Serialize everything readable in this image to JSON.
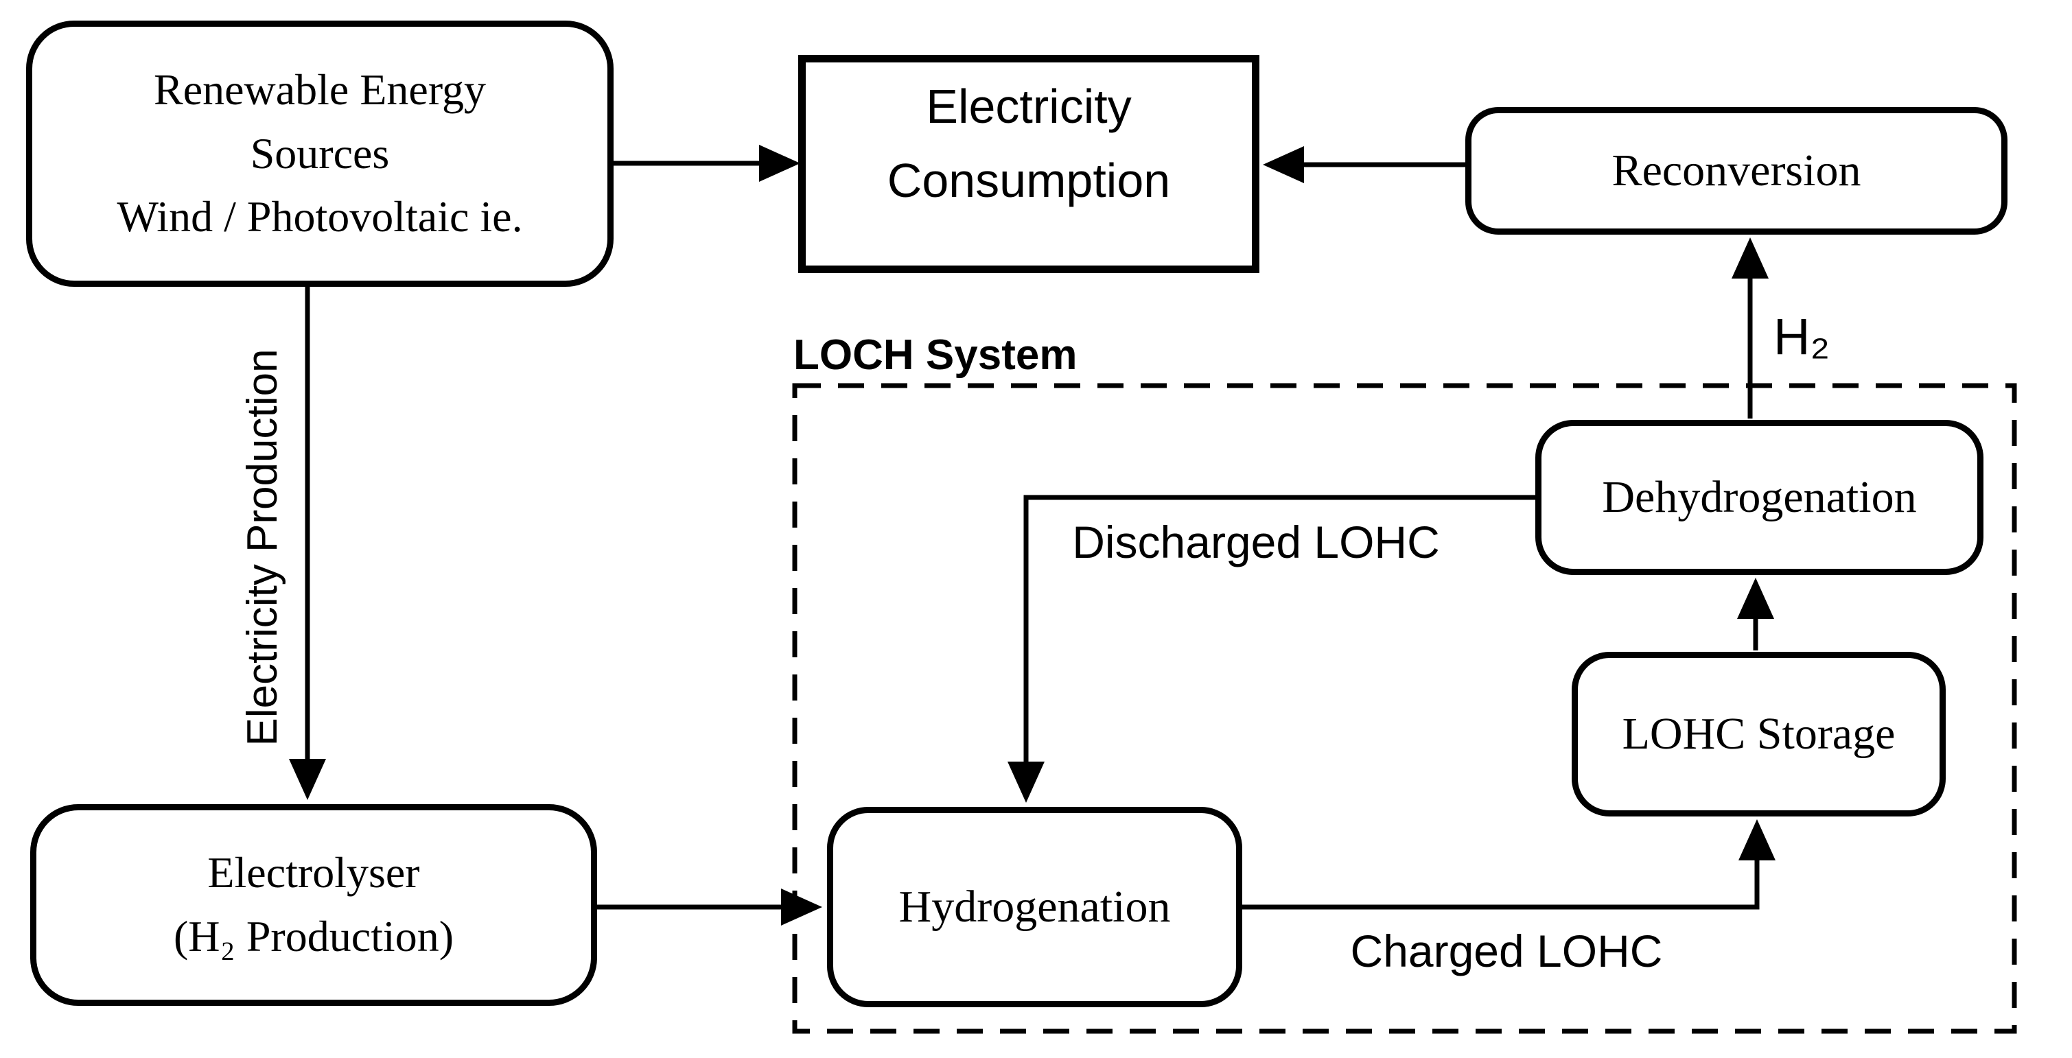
{
  "diagram": {
    "title": "LOHC energy system flow diagram",
    "nodes": {
      "renewable": {
        "label": "Renewable Energy\nSources\nWind / Photovoltaic ie."
      },
      "electricity_consumption": {
        "label": "Electricity\nConsumption"
      },
      "reconversion": {
        "label": "Reconversion"
      },
      "dehydrogenation": {
        "label": "Dehydrogenation"
      },
      "lohc_storage": {
        "label": "LOHC Storage"
      },
      "hydrogenation": {
        "label": "Hydrogenation"
      },
      "electrolyser": {
        "label": "Electrolyser\n(H₂ Production)"
      }
    },
    "group": {
      "label": "LOCH System"
    },
    "edges": {
      "renewable_to_consumption": {
        "from": "renewable",
        "to": "electricity_consumption",
        "label": ""
      },
      "reconversion_to_consumption": {
        "from": "reconversion",
        "to": "electricity_consumption",
        "label": ""
      },
      "renewable_to_electrolyser": {
        "from": "renewable",
        "to": "electrolyser",
        "label": "Electricity Production"
      },
      "electrolyser_to_hydrogenation": {
        "from": "electrolyser",
        "to": "hydrogenation",
        "label": ""
      },
      "hydrogenation_to_lohc_storage": {
        "from": "hydrogenation",
        "to": "lohc_storage",
        "label": "Charged LOHC"
      },
      "lohc_storage_to_dehydrogenation": {
        "from": "lohc_storage",
        "to": "dehydrogenation",
        "label": ""
      },
      "dehydrogenation_to_hydrogenation": {
        "from": "dehydrogenation",
        "to": "hydrogenation",
        "label": "Discharged LOHC"
      },
      "dehydrogenation_to_reconversion": {
        "from": "dehydrogenation",
        "to": "reconversion",
        "label": "H₂"
      }
    },
    "colors": {
      "stroke": "#000000",
      "background": "#ffffff",
      "text": "#000000"
    }
  }
}
